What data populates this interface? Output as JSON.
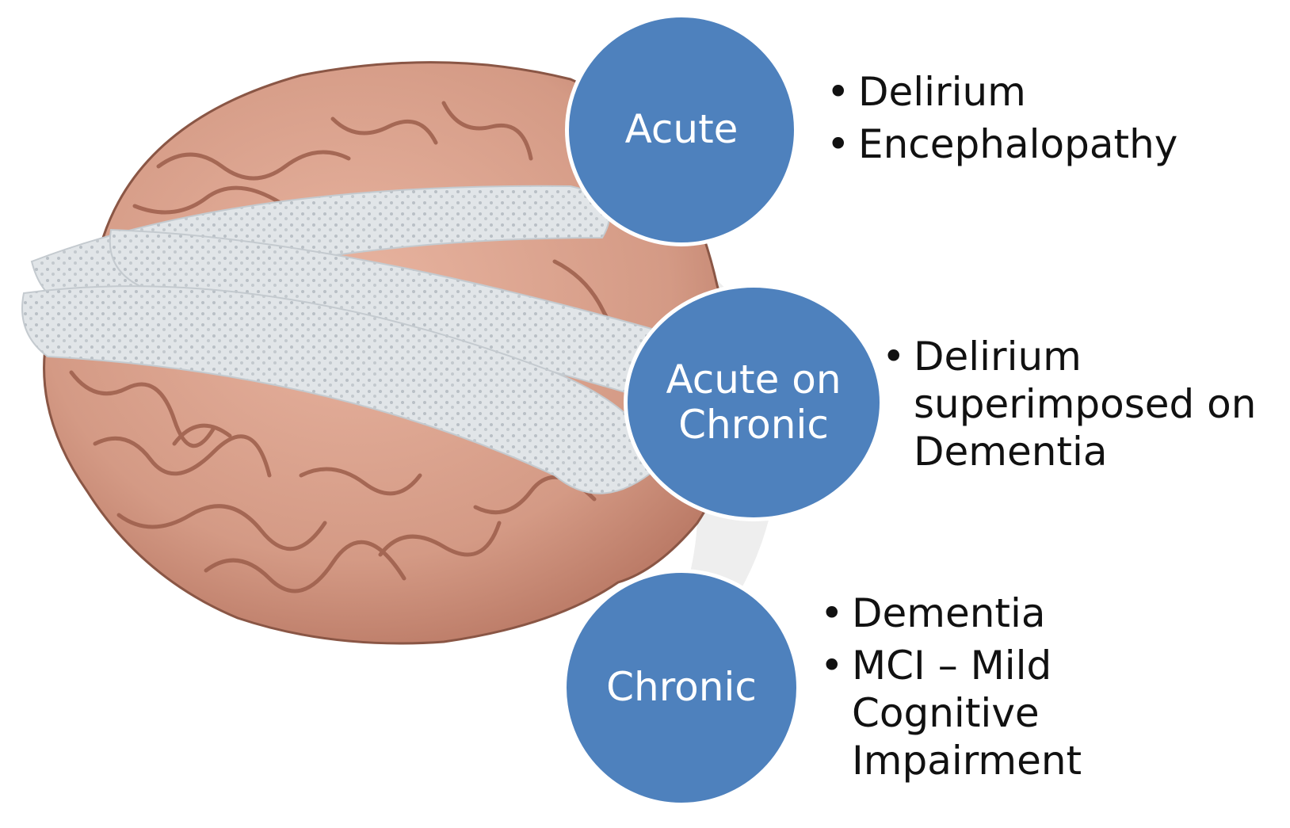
{
  "colors": {
    "circle_fill": "#4e81bd",
    "circle_text": "#ffffff",
    "bullet_text": "#111111"
  },
  "image": {
    "subject": "brain-wrapped-in-bandage",
    "bandage_color": "#dfe3e6",
    "brain_color": "#dba18c"
  },
  "stages": [
    {
      "label": [
        "Acute"
      ],
      "bullets": [
        "Delirium",
        "Encephalopathy"
      ]
    },
    {
      "label": [
        "Acute on",
        "Chronic"
      ],
      "bullets": [
        "Delirium superimposed on Dementia"
      ]
    },
    {
      "label": [
        "Chronic"
      ],
      "bullets": [
        "Dementia",
        "MCI – Mild Cognitive Impairment"
      ]
    }
  ],
  "bullet_char": "•"
}
